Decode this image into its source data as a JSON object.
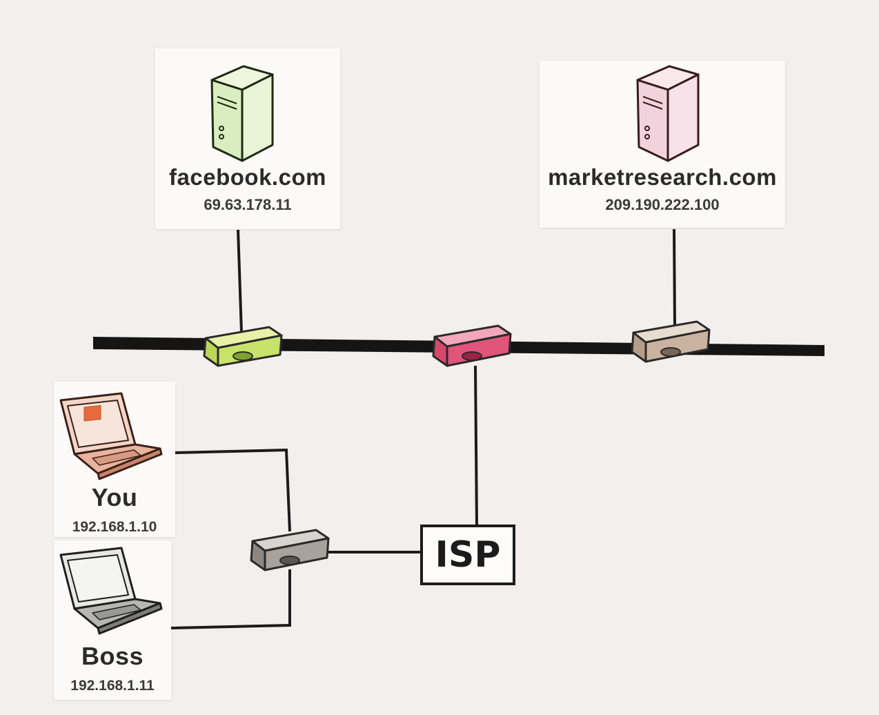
{
  "nodes": {
    "facebook": {
      "name": "facebook.com",
      "ip": "69.63.178.11",
      "color": "#9acd5a"
    },
    "marketresearch": {
      "name": "marketresearch.com",
      "ip": "209.190.222.100",
      "color": "#d9809a"
    },
    "you": {
      "name": "You",
      "ip": "192.168.1.10",
      "color": "#e0805a"
    },
    "boss": {
      "name": "Boss",
      "ip": "192.168.1.11",
      "color": "#4a4a4a"
    },
    "isp": {
      "label": "ISP"
    }
  },
  "routers": {
    "facebook": {
      "color": "#c8e36a"
    },
    "middle": {
      "color": "#e0557a"
    },
    "marketresearch": {
      "color": "#c9b3a0"
    },
    "local": {
      "color": "#a8a29c"
    }
  },
  "icons": [
    "server-icon",
    "router-icon",
    "laptop-icon"
  ]
}
